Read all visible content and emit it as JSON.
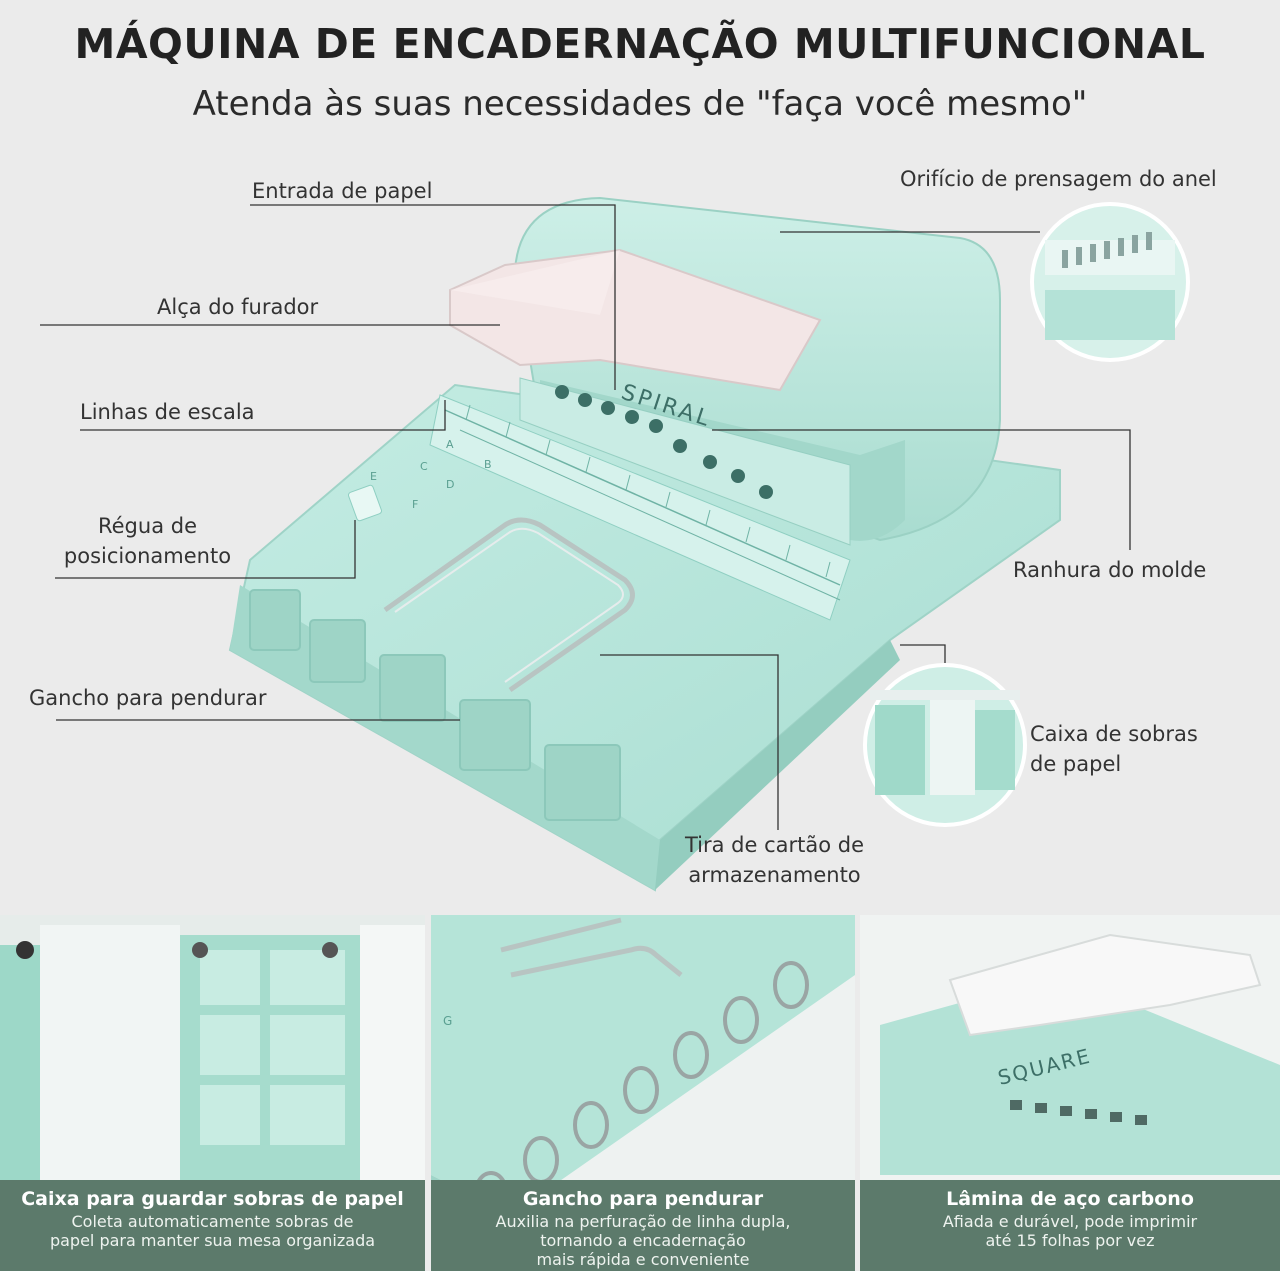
{
  "header": {
    "title": "MÁQUINA DE ENCADERNAÇÃO MULTIFUNCIONAL",
    "subtitle": "Atenda às suas necessidades de \"faça você mesmo\""
  },
  "labels": {
    "paper_entry": "Entrada de papel",
    "ring_hole": "Orifício de prensagem do anel",
    "punch_handle": "Alça do furador",
    "scale_lines": "Linhas de escala",
    "positioning_ruler_1": "Régua de",
    "positioning_ruler_2": "posicionamento",
    "mold_slot": "Ranhura do molde",
    "hanging_hook": "Gancho para pendurar",
    "scrap_box_1": "Caixa de sobras",
    "scrap_box_2": "de papel",
    "card_strip_1": "Tira de cartão de",
    "card_strip_2": "armazenamento"
  },
  "machine": {
    "spiral_text": "SPIRAL",
    "square_text": "SQUARE",
    "ruler_a": "A",
    "ruler_b": "B",
    "ruler_c": "C",
    "ruler_d": "D",
    "ruler_e": "E",
    "ruler_f": "F",
    "ruler_g": "G"
  },
  "panels": [
    {
      "title": "Caixa para guardar sobras de papel",
      "line1": "Coleta automaticamente sobras de",
      "line2": "papel para manter sua mesa organizada"
    },
    {
      "title": "Gancho para pendurar",
      "line1": "Auxilia na perfuração de linha dupla,",
      "line2": "tornando a encadernação",
      "line3": "mais rápida e conveniente"
    },
    {
      "title": "Lâmina de aço carbono",
      "line1": "Afiada e durável, pode imprimir",
      "line2": "até 15 folhas por vez"
    }
  ],
  "colors": {
    "mint": "#b9e6dd",
    "mint_dark": "#8fcfc2",
    "handle": "#f3e6e6",
    "caption_bg": "#5c7a6b",
    "background": "#ebebeb"
  }
}
